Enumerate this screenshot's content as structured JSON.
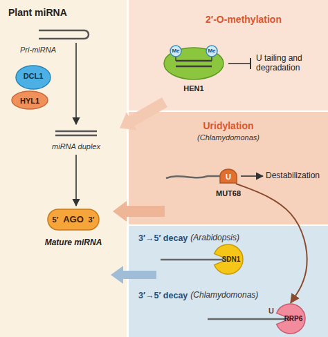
{
  "diagram": {
    "nodes": [
      {
        "text": [
          "Plant miRNA"
        ]
      },
      {
        "text": [
          "DCL1"
        ],
        "in": 0
      },
      {
        "text": [
          "HYL1"
        ],
        "in": 0
      },
      {
        "text": [
          "5′",
          "AGO",
          "3′"
        ],
        "in": 0
      },
      {
        "text": [
          "2′-O-methylation"
        ]
      },
      {
        "text": [
          "HEN1"
        ],
        "in": 4
      },
      {
        "text": [
          "Me"
        ],
        "in": 5
      },
      {
        "text": [
          "Me"
        ],
        "in": 5
      },
      {
        "text": [
          "Uridylation",
          "(Chlamydomonas)"
        ]
      },
      {
        "text": [
          "U",
          "MUT68"
        ],
        "in": 8
      },
      {
        "text": [
          "3′→5′ decay",
          "(Arabidopsis)",
          "3′→5′ decay",
          "(Chlamydomonas)"
        ]
      },
      {
        "text": [
          "SDN1"
        ],
        "in": 10
      },
      {
        "text": [
          "RRP6"
        ],
        "in": 10
      }
    ],
    "edges": [
      {
        "from": 9,
        "to": 12,
        "arrow": "to"
      }
    ],
    "labels": [
      "Pri-miRNA",
      "miRNA duplex",
      "Mature miRNA",
      "U tailing and degradation",
      "Destabilization",
      "U"
    ]
  }
}
